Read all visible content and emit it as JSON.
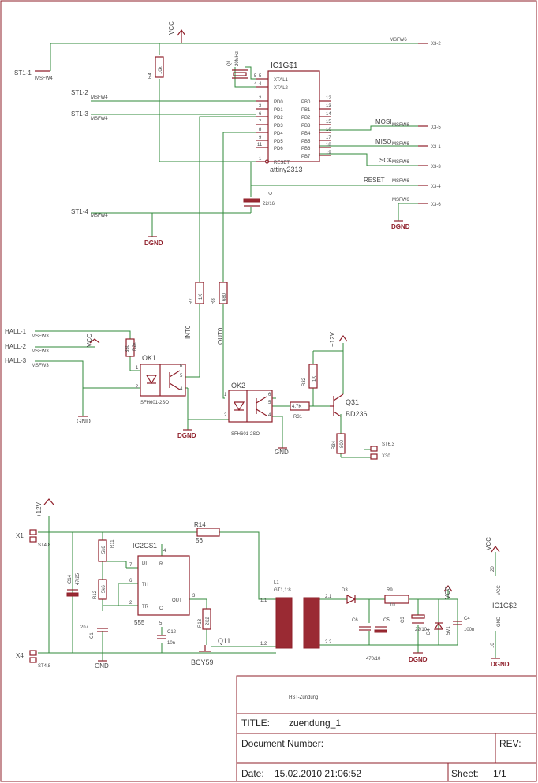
{
  "labels": {
    "vcc": "VCC",
    "p12v": "+12V",
    "gnd": "GND",
    "dgnd": "DGND",
    "msfw6": "MSFW6",
    "msfw4": "MSFW4",
    "msfw3": "MSFW3",
    "ic1_name": "IC1G$1",
    "ic1_part": "attiny2313",
    "ic2_name": "IC2G$1",
    "ic2_part": "555",
    "ic1g2": "IC1G$2",
    "q1": "Q1",
    "q1_val": "20MHz",
    "r4": "R4",
    "r4_val": "10k",
    "c_reset": "C",
    "c_reset_val": "22/16",
    "r7": "R7",
    "r7_val": "1K",
    "r8": "R8",
    "r8_val": "680",
    "int0": "INT0",
    "out0": "OUT0",
    "ok1": "OK1",
    "ok2": "OK2",
    "sfh1": "SFH601-2SO",
    "sfh2": "SFH601-2SO",
    "r2x": "R2x",
    "r2x_val": "330",
    "r31": "R31",
    "r31_val": "4,7K",
    "r32": "R32",
    "r32_val": "1K",
    "r34": "R34",
    "r34_val": "800",
    "q31": "Q31",
    "q31_part": "BD236",
    "st63": "ST6,3",
    "x30": "X30",
    "x1": "X1",
    "x4": "X4",
    "st48a": "ST4,8",
    "st48b": "ST4,8",
    "r14": "R14",
    "r14_val": "56",
    "r11": "R11",
    "r11_val": "5k6",
    "r12": "R12",
    "r12_val": "5k6",
    "r13": "R13",
    "r13_val": "2K2",
    "c14": "C14",
    "c14_val": "47/25",
    "c1_val": "2n7",
    "c12": "C12",
    "c12_val": "10n",
    "q11": "Q11",
    "q11_part": "BCY59",
    "l1": "L1",
    "l1_val": "GT1,1:8",
    "d3": "D3",
    "r9": "R9",
    "r9_val": "10",
    "c6": "C6",
    "c5": "C5",
    "c5_val": "470/10",
    "c3": "C3",
    "c3_val": "22/10",
    "c4": "C4",
    "c4_val": "100n",
    "d4": "D4",
    "d5": "5V1",
    "hall1": "HALL-1",
    "hall2": "HALL-2",
    "hall3": "HALL-3",
    "st1_1": "ST1-1",
    "st1_2": "ST1-2",
    "st1_3": "ST1-3",
    "st1_4": "ST1-4",
    "x3_2": "X3-2",
    "x3_5": "X3-5",
    "x3_1": "X3-1",
    "x3_3": "X3-3",
    "x3_4": "X3-4",
    "x3_6": "X3-6",
    "mosi": "MOSI",
    "miso": "MISO",
    "sck": "SCK",
    "reset": "RESET",
    "ic1_pins_left": [
      "XTAL1",
      "XTAL2",
      "PD0",
      "PD1",
      "PD2",
      "PD3",
      "PD4",
      "PD5",
      "PD6",
      "RESET"
    ],
    "ic1_pins_right": [
      "PB0",
      "PB1",
      "PB2",
      "PB3",
      "PB4",
      "PB5",
      "PB6",
      "PB7"
    ],
    "ic1_num_left": [
      "5",
      "4",
      "2",
      "3",
      "6",
      "7",
      "8",
      "9",
      "11",
      "1"
    ],
    "ic1_num_right": [
      "12",
      "13",
      "14",
      "15",
      "16",
      "17",
      "18",
      "19"
    ],
    "ic2_pins": [
      "DI",
      "TH",
      "TR",
      "R",
      "OUT",
      "C"
    ],
    "ic2_nums": [
      "7",
      "6",
      "2",
      "4",
      "3",
      "5"
    ],
    "ic1g2_pins": [
      "VCC",
      "GND"
    ],
    "ic1g2_nums": [
      "20",
      "10"
    ]
  },
  "title_block": {
    "small_text": "HST-Zündung",
    "title_label": "TITLE:",
    "title_value": "zuendung_1",
    "docnum_label": "Document Number:",
    "rev_label": "REV:",
    "date_label": "Date:",
    "date_value": "15.02.2010 21:06:52",
    "sheet_label": "Sheet:",
    "sheet_value": "1/1"
  }
}
